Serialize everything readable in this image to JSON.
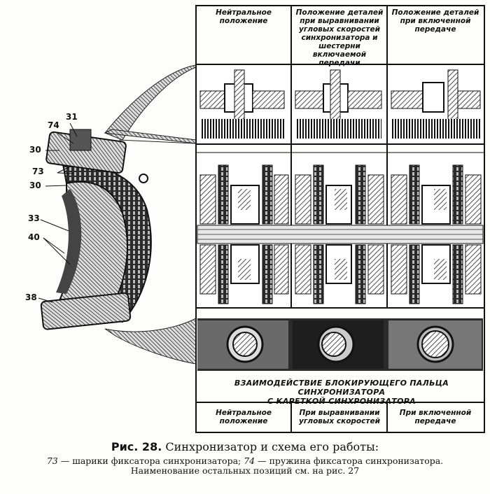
{
  "figure": {
    "column_headers": [
      "Нейтральное положение",
      "Положение деталей при выравнивании угловых скоростей синхронизатора и шестерни включаемой передачи",
      "Положение деталей при включенной передаче"
    ],
    "strip_title_line1": "ВЗАИМОДЕЙСТВИЕ БЛОКИРУЮЩЕГО ПАЛЬЦА СИНХРОНИЗАТОРА",
    "strip_title_line2": "С КАРЕТКОЙ СИНХРОНИЗАТОРА",
    "column_footers": [
      "Нейтральное положение",
      "При выравнивании угловых скоростей",
      "При включенной передаче"
    ],
    "callouts": {
      "c74": "74",
      "c31": "31",
      "c30a": "30",
      "c73": "73",
      "c30b": "30",
      "c33": "33",
      "c40": "40",
      "c38": "38"
    }
  },
  "caption": {
    "label": "Рис. 28.",
    "title": "Синхронизатор и схема его работы:",
    "n73": "73",
    "d73": " — шарики фиксатора синхронизатора; ",
    "n74": "74",
    "d74": " — пружина фиксатора синхронизатора.",
    "line2": "Наименование остальных позиций см. на рис. 27"
  }
}
